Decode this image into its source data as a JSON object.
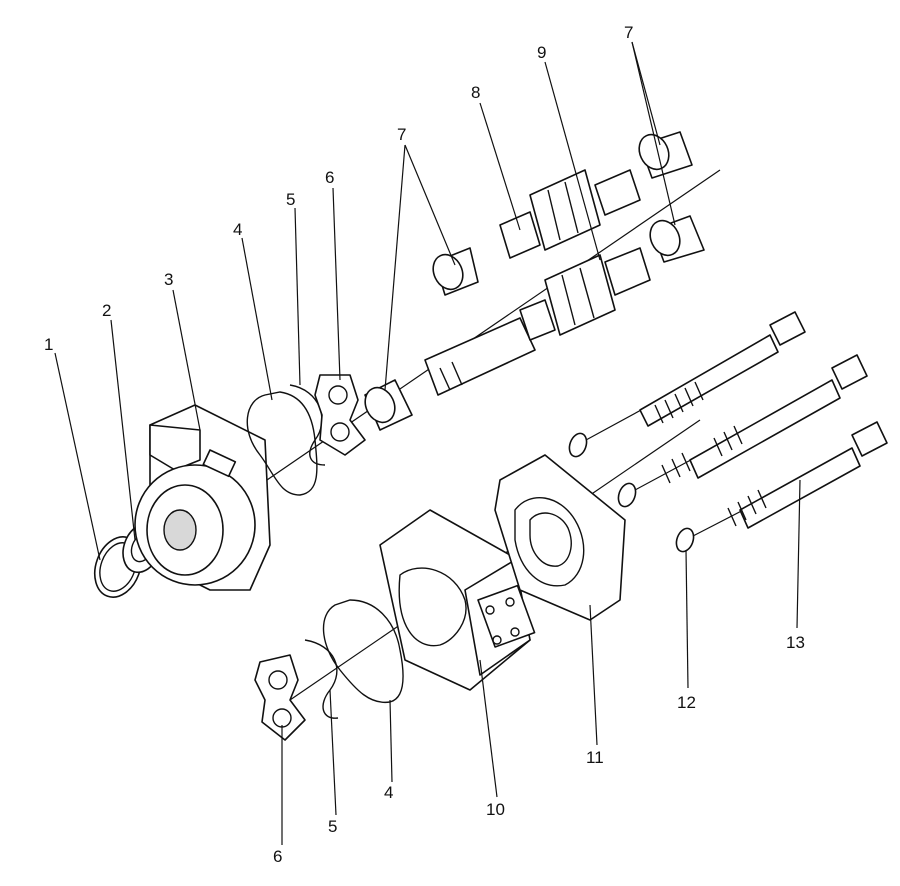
{
  "labels": {
    "l1": "1",
    "l2": "2",
    "l3": "3",
    "l4a": "4",
    "l4b": "4",
    "l5a": "5",
    "l5b": "5",
    "l6a": "6",
    "l6b": "6",
    "l7a": "7",
    "l7b": "7",
    "l8": "8",
    "l9": "9",
    "l10": "10",
    "l11": "11",
    "l12": "12",
    "l13": "13"
  }
}
